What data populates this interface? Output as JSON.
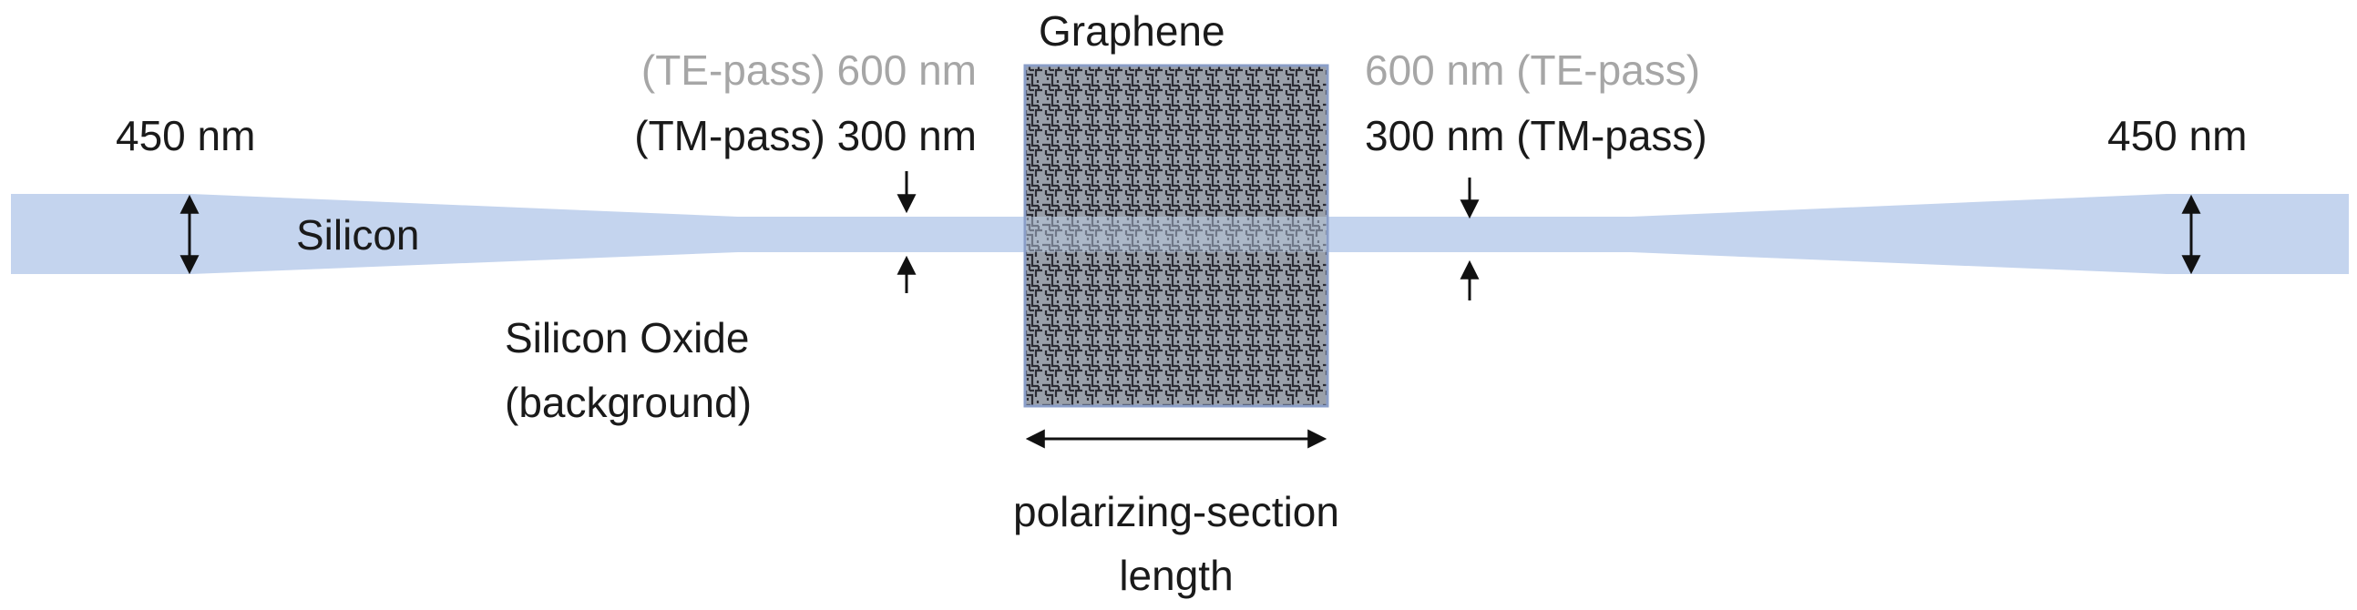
{
  "labels": {
    "width_left": "450 nm",
    "width_right": "450 nm",
    "silicon": "Silicon",
    "oxide_line1": "Silicon Oxide",
    "oxide_line2": "(background)",
    "graphene": "Graphene",
    "left_te": "(TE-pass) 600 nm",
    "left_tm": "(TM-pass) 300 nm",
    "right_te": "600 nm (TE-pass)",
    "right_tm": "300 nm (TM-pass)",
    "length_line1": "polarizing-section",
    "length_line2": "length"
  },
  "colors": {
    "waveguide": "#c4d4ee",
    "graphene_fill": "#8f95a0",
    "graphene_border": "#8a9ec8",
    "text": "#1a1a1a",
    "text_gray": "#a6a6a6",
    "arrow": "#111111"
  },
  "icons": {
    "graphene_texture": "maze-hatch-pattern",
    "width_markers": "double-headed-arrow",
    "gap_markers": "pinch-arrows"
  }
}
